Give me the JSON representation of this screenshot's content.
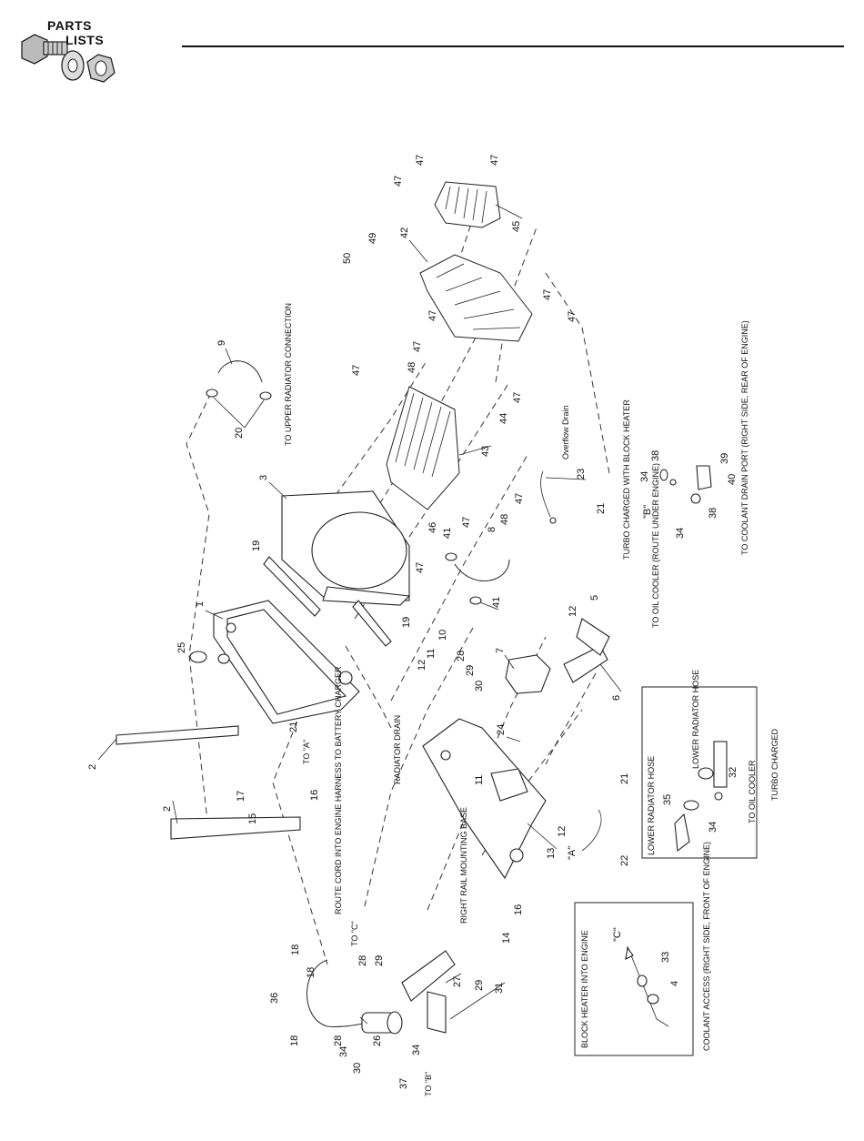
{
  "header": {
    "logo_line1": "PARTS",
    "logo_line2": "LISTS",
    "logo_icon": "nut-bolt-washer-icon"
  },
  "diagram": {
    "part_numbers": [
      "1",
      "2",
      "2",
      "3",
      "4",
      "5",
      "6",
      "7",
      "8",
      "9",
      "10",
      "11",
      "11",
      "12",
      "12",
      "12",
      "13",
      "14",
      "15",
      "16",
      "16",
      "17",
      "18",
      "18",
      "18",
      "19",
      "19",
      "20",
      "21",
      "21",
      "21",
      "22",
      "23",
      "24",
      "25",
      "26",
      "27",
      "28",
      "28",
      "28",
      "29",
      "29",
      "29",
      "30",
      "30",
      "31",
      "32",
      "33",
      "34",
      "34",
      "34",
      "34",
      "34",
      "35",
      "36",
      "37",
      "38",
      "38",
      "39",
      "40",
      "41",
      "41",
      "42",
      "43",
      "44",
      "45",
      "46",
      "47",
      "47",
      "47",
      "47",
      "47",
      "47",
      "47",
      "47",
      "47",
      "47",
      "47",
      "47",
      "48",
      "48",
      "49",
      "50"
    ],
    "callouts": {
      "to_upper_radiator": "TO UPPER RADIATOR CONNECTION",
      "radiator_drain": "RADIATOR DRAIN",
      "to_a": "TO \"A\"",
      "route_cord": "ROUTE CORD INTO ENGINE HARNESS TO BATTERY CHARGER",
      "right_rail": "RIGHT RAIL MOUNTING BASE",
      "to_c": "TO \"C\"",
      "to_b": "TO \"B\"",
      "marker_a": "\"A\"",
      "marker_b": "\"B\"",
      "marker_c": "\"C\"",
      "overflow_drain": "Overflow Drain",
      "turbo_block_heater": "TURBO CHARGED WITH BLOCK HEATER",
      "to_oil_cooler_route": "TO OIL COOLER (ROUTE UNDER ENGINE)",
      "coolant_drain_port": "TO COOLANT DRAIN PORT (RIGHT SIDE, REAR OF ENGINE)"
    },
    "inset_turbo": {
      "title": "LOWER RADIATOR HOSE",
      "hose_label": "LOWER RADIATOR HOSE",
      "to_oil_cooler": "TO OIL COOLER",
      "caption": "TURBO CHARGED"
    },
    "inset_block_heater": {
      "title": "BLOCK HEATER INTO ENGINE",
      "caption": "COOLANT ACCESS (RIGHT SIDE, FRONT OF ENGINE)"
    }
  }
}
